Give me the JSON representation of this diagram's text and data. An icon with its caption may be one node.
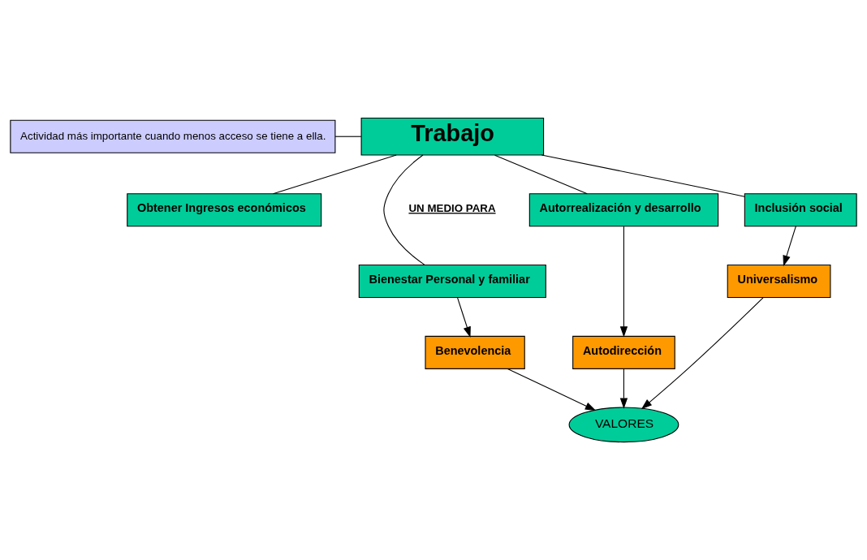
{
  "diagram": {
    "nodes": [
      {
        "text": [
          "Actividad más importante cuando menos acceso se tiene a ella."
        ]
      },
      {
        "text": [
          "Trabajo"
        ]
      },
      {
        "text": [
          "Obtener Ingresos económicos"
        ]
      },
      {
        "text": [
          "Bienestar Personal y familiar"
        ]
      },
      {
        "text": [
          "Autorrealización y desarrollo"
        ]
      },
      {
        "text": [
          "Inclusión social"
        ]
      },
      {
        "text": [
          "Benevolencia"
        ]
      },
      {
        "text": [
          "Autodirección"
        ]
      },
      {
        "text": [
          "Universalismo"
        ]
      },
      {
        "text": [
          "VALORES"
        ]
      }
    ],
    "edges": [
      {
        "from": 0,
        "to": 1,
        "arrow": "none"
      },
      {
        "from": 1,
        "to": 2,
        "arrow": "none"
      },
      {
        "from": 1,
        "to": 3,
        "arrow": "none"
      },
      {
        "from": 1,
        "to": 4,
        "arrow": "none"
      },
      {
        "from": 1,
        "to": 5,
        "arrow": "none"
      },
      {
        "from": 3,
        "to": 6,
        "arrow": "to"
      },
      {
        "from": 4,
        "to": 7,
        "arrow": "to"
      },
      {
        "from": 5,
        "to": 8,
        "arrow": "to"
      },
      {
        "from": 6,
        "to": 9,
        "arrow": "to"
      },
      {
        "from": 7,
        "to": 9,
        "arrow": "to"
      },
      {
        "from": 8,
        "to": 9,
        "arrow": "to"
      }
    ],
    "labels": [
      "UN MEDIO PARA"
    ]
  }
}
